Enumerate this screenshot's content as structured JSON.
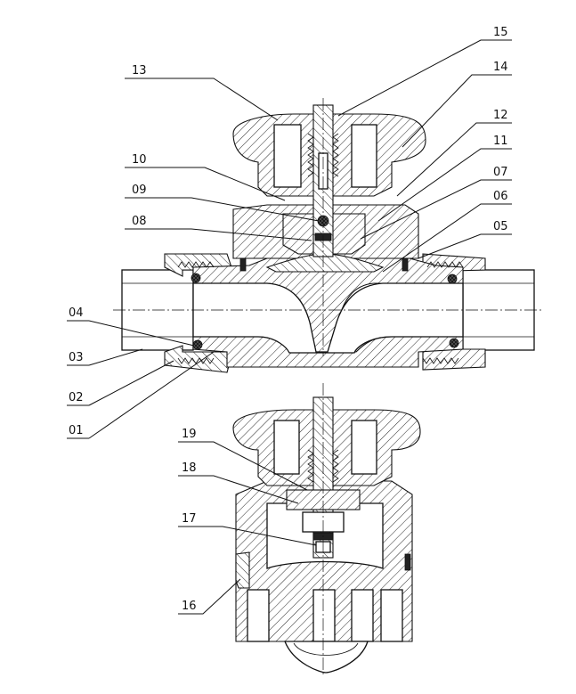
{
  "callouts": {
    "c01": "01",
    "c02": "02",
    "c03": "03",
    "c04": "04",
    "c05": "05",
    "c06": "06",
    "c07": "07",
    "c08": "08",
    "c09": "09",
    "c10": "10",
    "c11": "11",
    "c12": "12",
    "c13": "13",
    "c14": "14",
    "c15": "15",
    "c16": "16",
    "c17": "17",
    "c18": "18",
    "c19": "19"
  }
}
